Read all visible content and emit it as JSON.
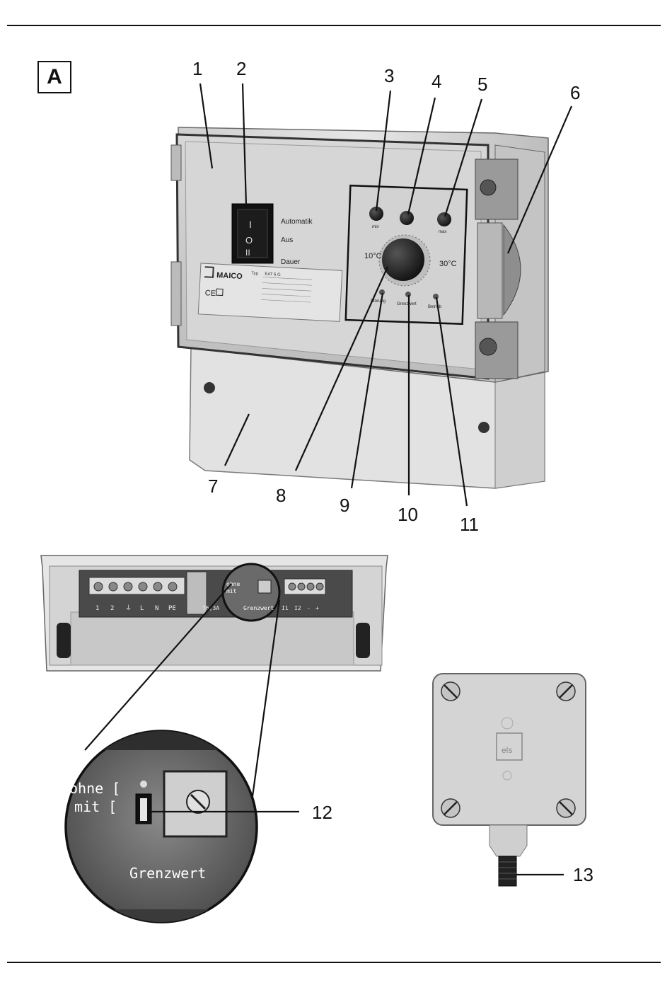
{
  "figure_label": "A",
  "callouts": {
    "c1": "1",
    "c2": "2",
    "c3": "3",
    "c4": "4",
    "c5": "5",
    "c6": "6",
    "c7": "7",
    "c8": "8",
    "c9": "9",
    "c10": "10",
    "c11": "11",
    "c12": "12",
    "c13": "13"
  },
  "device": {
    "brand": "MAICO",
    "switch_labels": {
      "automatik": "Automatik",
      "aus": "Aus",
      "dauer": "Dauer"
    },
    "switch_symbols": {
      "top": "I",
      "middle": "O",
      "bottom": "II"
    },
    "knob_min": "min",
    "knob_max": "max",
    "temp_low": "10°C",
    "temp_high": "30°C",
    "led_labels": {
      "stoerung": "Störung",
      "grenzwert": "Grenzwert",
      "betrieb": "Betrieb"
    },
    "plate": {
      "typ": "Typ",
      "typ_value": "EAT 6 G",
      "ce": "CE"
    }
  },
  "terminal_strip": {
    "terminals": [
      "1",
      "2",
      "⏚",
      "L",
      "N",
      "PE"
    ],
    "fuse": "T6,3A",
    "jumper_ohne": "ohne",
    "jumper_mit": "mit",
    "grenzwert": "Grenzwert",
    "right_terminals": [
      "I1",
      "I2",
      "-",
      "+"
    ]
  },
  "zoom": {
    "ohne": "ohne [",
    "mit": "mit [",
    "grenzwert": "Grenzwert"
  },
  "sensor": {
    "logo": "els"
  }
}
